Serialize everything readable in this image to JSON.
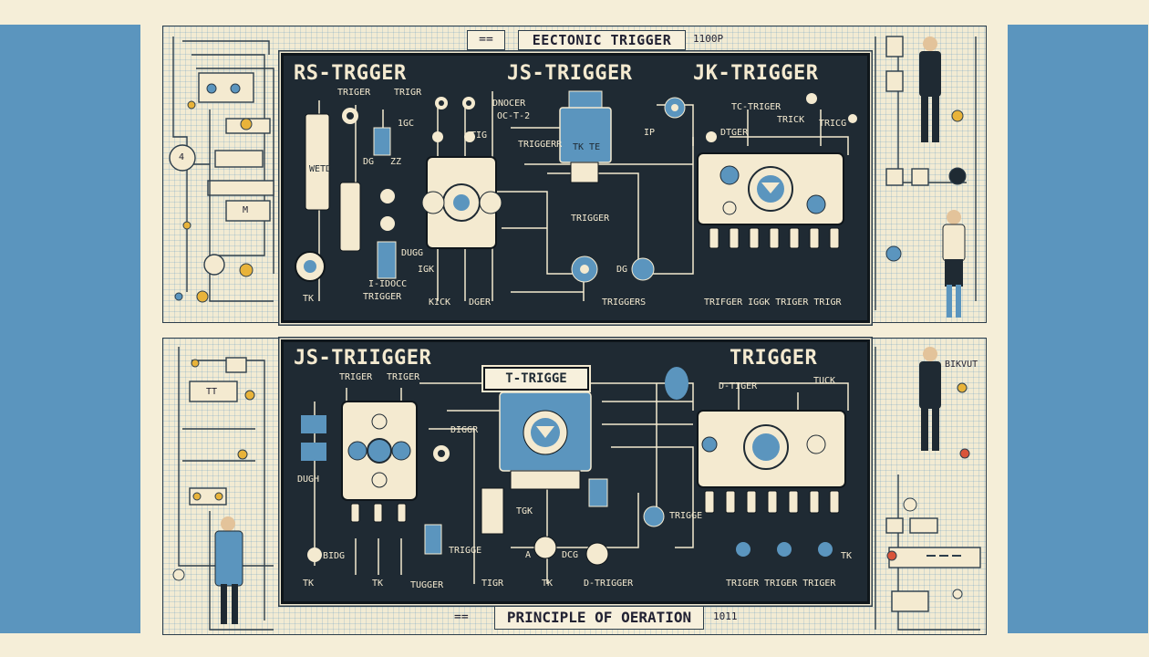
{
  "colors": {
    "accent_blue": "#5b95be",
    "panel_dark": "#1f2a33",
    "cream": "#f4ead0",
    "yellow": "#e8b33a",
    "red": "#d9543a"
  },
  "header": {
    "equals_top": "==",
    "title": "EECTONIC TRIGGER",
    "tag_top": "1100P"
  },
  "top_panel": {
    "headings": [
      "RS-TRGGER",
      "JS-TRIGGER",
      "JK-TRIGGER"
    ],
    "labels": {
      "rs_sub1": "TRIGER",
      "rs_sub2": "TRIGR",
      "rs_igc": "1GC",
      "rs_wetd": "WETD",
      "rs_dg": "DG",
      "rs_zz": "ZZ",
      "rs_tk": "TK",
      "rs_hdoc": "I-IDOCC",
      "rs_trigger": "TRIGGER",
      "js_dnoder": "DNOCER",
      "js_oc": "OC-T-2",
      "js_triggerr": "TRIGGERR",
      "js_trigger2": "TRIGGER",
      "js_tig": "TIG",
      "js_tk_te": "TK TE",
      "js_duog": "DUGG",
      "js_igk": "IGK",
      "js_kick": "KICK",
      "js_dger": "DGER",
      "js_triggers": "TRIGGERS",
      "jk_ip": "IP",
      "jk_dg": "DG",
      "jk_ttrigger": "TC-TRIGER",
      "jk_dtiger": "DTGER",
      "jk_trick": "TRICK",
      "jk_tricg": "TRICG",
      "jk_bottom": "TRIFGER IGGK TRIGER TRIGR"
    }
  },
  "bottom_panel": {
    "headings": [
      "JS-TRIIGGER",
      "TRIGGER"
    ],
    "t_trigger": "T-TRIGGE",
    "labels": {
      "sub1": "TRIGER",
      "sub2": "TRIGER",
      "digger": "DIGGR",
      "dugh": "DUGH",
      "tk1": "TK",
      "tk2": "TK",
      "bidg": "BIDG",
      "tugger": "TUGGER",
      "tigr": "TIGR",
      "tk3": "TK",
      "dtrigger": "D-TRIGGER",
      "tgk": "TGK",
      "trigge": "TRIGGE",
      "a": "A",
      "dcg": "DCG",
      "tiger": "D-TIGER",
      "tuck": "TUCK",
      "trigge2": "TRIGGE",
      "bottom_row": "TRIGER  TRIGER  TRIGER",
      "tk4": "TK"
    }
  },
  "side_labels": {
    "left_a": "4",
    "left_tt": "TT",
    "left_m": "M",
    "right_top": "BIKVUT"
  },
  "footer": {
    "equals_bot": "==",
    "title": "PRINCIPLE OF OERATION",
    "tag_bot": "1011"
  }
}
